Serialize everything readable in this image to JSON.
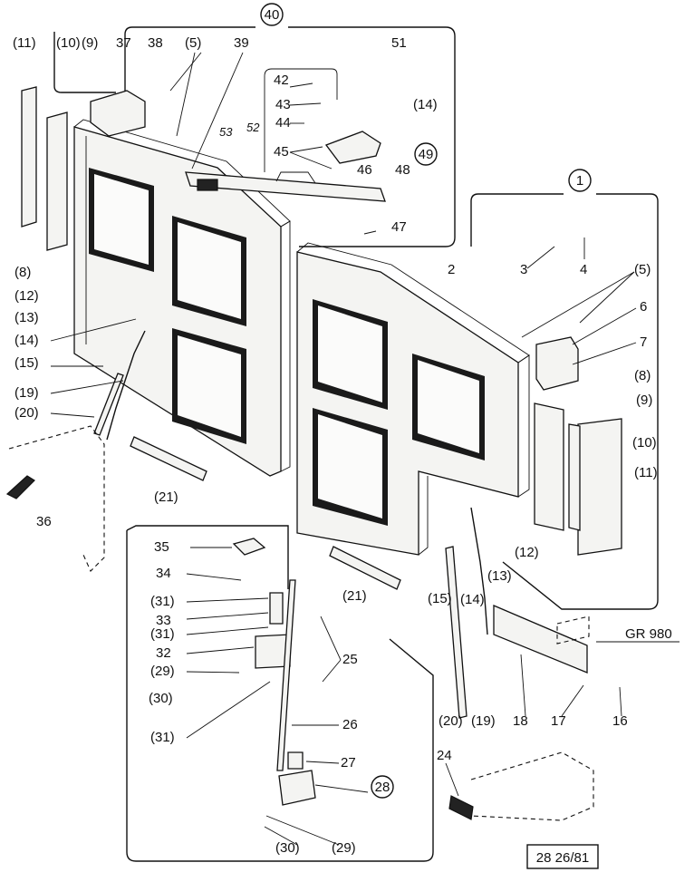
{
  "diagram_id": "28 26/81",
  "callouts": {
    "c40": "40",
    "c49": "49",
    "c1": "1",
    "c28": "28"
  },
  "labels": {
    "l11a": "(11)",
    "l10a": "(10)",
    "l9a": "(9)",
    "l37": "37",
    "l38": "38",
    "l5a": "(5)",
    "l39": "39",
    "l51": "51",
    "l42": "42",
    "l43": "43",
    "l44": "44",
    "l14a": "(14)",
    "l45": "45",
    "l46": "46",
    "l48": "48",
    "l53": "53",
    "l52": "52",
    "l47": "47",
    "l8a": "(8)",
    "l12a": "(12)",
    "l13a": "(13)",
    "l14b": "(14)",
    "l15a": "(15)",
    "l19a": "(19)",
    "l20a": "(20)",
    "l21a": "(21)",
    "l36": "36",
    "l3": "3",
    "l4": "4",
    "l5b": "(5)",
    "l2": "2",
    "l6": "6",
    "l7": "7",
    "l8b": "(8)",
    "l9b": "(9)",
    "l10b": "(10)",
    "l11b": "(11)",
    "l12b": "(12)",
    "l13b": "(13)",
    "l14c": "(14)",
    "l15b": "(15)",
    "l21b": "(21)",
    "l35": "35",
    "l34": "34",
    "l31a": "(31)",
    "l33": "33",
    "l31b": "(31)",
    "l32": "32",
    "l29a": "(29)",
    "l30a": "(30)",
    "l25": "25",
    "l31c": "(31)",
    "l26": "26",
    "l27": "27",
    "l30b": "(30)",
    "l29b": "(29)",
    "l20b": "(20)",
    "l19b": "(19)",
    "l18": "18",
    "l17": "17",
    "l16": "16",
    "l24": "24",
    "gr980": "GR 980"
  }
}
